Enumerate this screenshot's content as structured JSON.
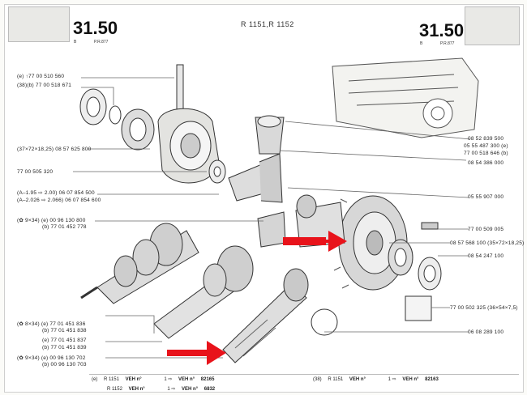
{
  "header": {
    "page_left": "31.50",
    "page_right": "31.50",
    "sub_left": [
      "B",
      "P.R.877"
    ],
    "sub_right": [
      "B",
      "P.R.877"
    ],
    "models": "R 1151,R 1152"
  },
  "left_labels": [
    "(e) ↑77 00 510 560",
    "(38)(b) 77 00 518 671",
    "(37×72×18,25) 08 57 625 800",
    "77 00 505 320",
    "(A–1.95 ⇨ 2.00) 06 07 854 500",
    "(A–2.026 ⇨ 2.066) 06 07 854 600",
    "(✿ 9×34) (e) 00 96 130 800",
    "(b) 77 01 452 778",
    "(✿ 8×34) (e) 77 01 451 836",
    "(b) 77 01 451 838",
    "(e) 77 01 451 837",
    "(b) 77 01 451 839",
    "(✿ 9×34) (e) 00 96 130 702",
    "(b) 00 96 130 703"
  ],
  "right_labels": [
    "08 52 839 500",
    "05 55 487 300 (e)",
    "77 00 518 646 (b)",
    "08 54 386 000",
    "05 55 907 000",
    "77 00 509 005",
    "08 57 568 100 (35×72×18,25)",
    "08 54 247 100",
    "77 00 502 325 (36×54×7,5)",
    "06 08 289 100"
  ],
  "footer": {
    "left_row1": [
      "(e)",
      "R 1151",
      "VEH n°",
      "1 ⇨",
      "VEH n°",
      "82165"
    ],
    "left_row2": [
      "",
      "R 1152",
      "VEH n°",
      "1 ⇨",
      "VEH n°",
      "6832"
    ],
    "right_row1": [
      "(38)",
      "R 1151",
      "VEH n°",
      "1 ⇨",
      "VEH n°",
      "82163"
    ]
  },
  "colors": {
    "arrow": "#e8131b",
    "ink": "#333333"
  }
}
